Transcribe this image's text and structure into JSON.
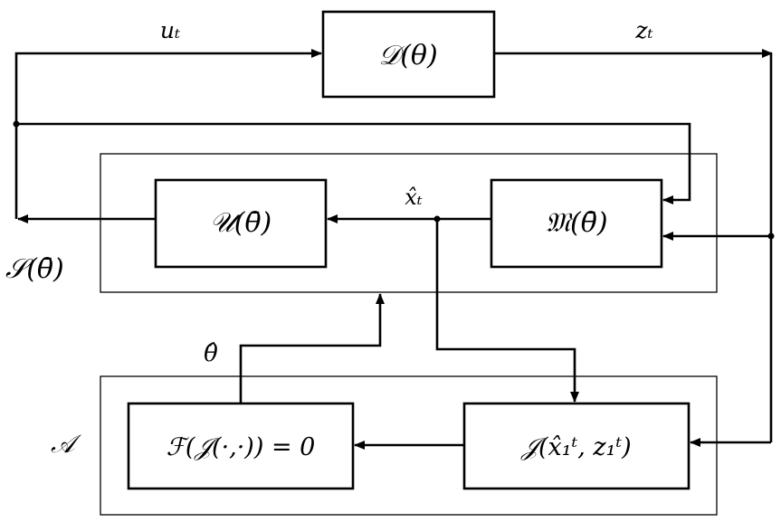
{
  "diagram": {
    "blocks": {
      "plant": "𝒟(θ)",
      "controller": "𝒰(θ̄)",
      "model": "𝔐(θ̄)",
      "equation": "ℱ(𝒥(·,·)) = 0",
      "criterion": "𝒥(x̂₁ᵗ, z₁ᵗ)"
    },
    "signals": {
      "input": "uₜ",
      "output": "zₜ",
      "state_estimate": "x̂ₜ",
      "parameter_estimate": "θ̂"
    },
    "groups": {
      "system": "𝒮(θ̄)",
      "adaptation": "𝒜"
    }
  }
}
